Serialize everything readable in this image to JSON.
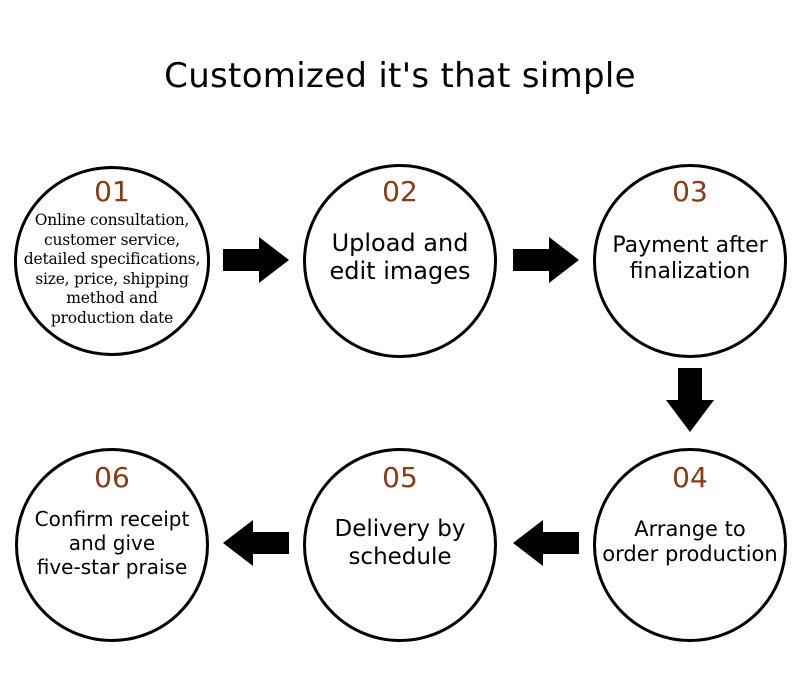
{
  "title": "Customized it's that simple",
  "colors": {
    "number": "#8b3a14",
    "border": "#000000",
    "arrow": "#000000"
  },
  "steps": [
    {
      "number": "01",
      "label_lines": [
        "Online consultation,",
        "customer service,",
        "detailed specifications,",
        "size, price, shipping",
        "method and",
        "production date"
      ]
    },
    {
      "number": "02",
      "label_lines": [
        "Upload and",
        "edit images"
      ]
    },
    {
      "number": "03",
      "label_lines": [
        "Payment after",
        "finalization"
      ]
    },
    {
      "number": "04",
      "label_lines": [
        "Arrange to",
        "order production"
      ]
    },
    {
      "number": "05",
      "label_lines": [
        "Delivery by",
        "schedule"
      ]
    },
    {
      "number": "06",
      "label_lines": [
        "Confirm receipt",
        "and give",
        "five-star praise"
      ]
    }
  ],
  "arrows": [
    {
      "direction": "right-arrow"
    },
    {
      "direction": "right-arrow"
    },
    {
      "direction": "down-arrow"
    },
    {
      "direction": "left-arrow"
    },
    {
      "direction": "left-arrow"
    }
  ]
}
